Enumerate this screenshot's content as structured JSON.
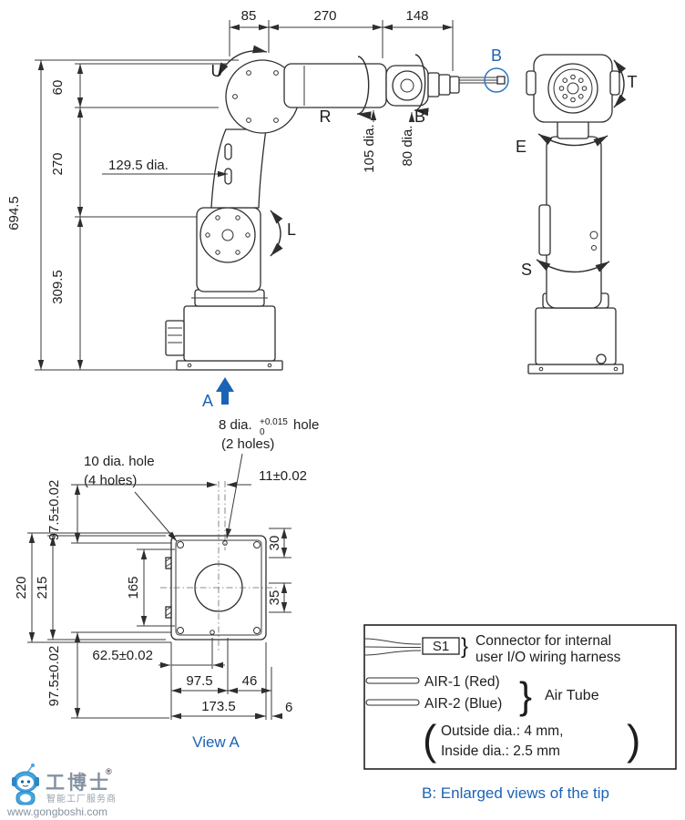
{
  "colors": {
    "line": "#2e2e30",
    "accent_blue": "#1b63b6",
    "tip_circle_blue": "#2e75c6",
    "watermark_blue": "#45a5dd",
    "watermark_gray": "#8593a0",
    "background": "#ffffff"
  },
  "front": {
    "dim_85": "85",
    "dim_270_top": "270",
    "dim_148": "148",
    "dim_694_5": "694.5",
    "dim_60": "60",
    "dim_270_left": "270",
    "dim_309_5": "309.5",
    "axis_u": "U",
    "axis_r": "R",
    "axis_b": "B",
    "axis_l": "L",
    "dia_129_5": "129.5 dia.",
    "dia_105": "105 dia.",
    "dia_80": "80 dia.",
    "view_arrow": "A",
    "tip_label": "B"
  },
  "side": {
    "axis_t": "T",
    "axis_e": "E",
    "axis_s": "S"
  },
  "view_a": {
    "title": "View A",
    "hole8_main": "8 dia.",
    "hole8_tol_plus": "+0.015",
    "hole8_tol_zero": "0",
    "hole8_suffix": "hole",
    "hole8_count": "(2 holes)",
    "hole10_line1": "10 dia. hole",
    "hole10_count": "(4 holes)",
    "dim_11": "11±0.02",
    "dim_97_5_top": "97.5±0.02",
    "dim_220": "220",
    "dim_215": "215",
    "dim_165": "165",
    "dim_97_5_bot": "97.5±0.02",
    "dim_62_5": "62.5±0.02",
    "dim_97_5": "97.5",
    "dim_46": "46",
    "dim_173_5": "173.5",
    "dim_6": "6",
    "dim_30": "30",
    "dim_35": "35"
  },
  "legend": {
    "s1": "S1",
    "brace_small": "}",
    "connector_line1": "Connector for internal",
    "connector_line2": "user I/O wiring harness",
    "air1": "AIR-1 (Red)",
    "air2": "AIR-2 (Blue)",
    "brace_big": "}",
    "air_tube": "Air Tube",
    "paren_open": "(",
    "spec_line1": "Outside dia.: 4 mm,",
    "spec_line2": "Inside dia.: 2.5 mm",
    "paren_close": ")",
    "caption": "B: Enlarged views of the tip"
  },
  "watermark": {
    "brand": "工博士",
    "reg": "®",
    "tagline": "智能工厂服务商",
    "url": "www.gongboshi.com"
  }
}
